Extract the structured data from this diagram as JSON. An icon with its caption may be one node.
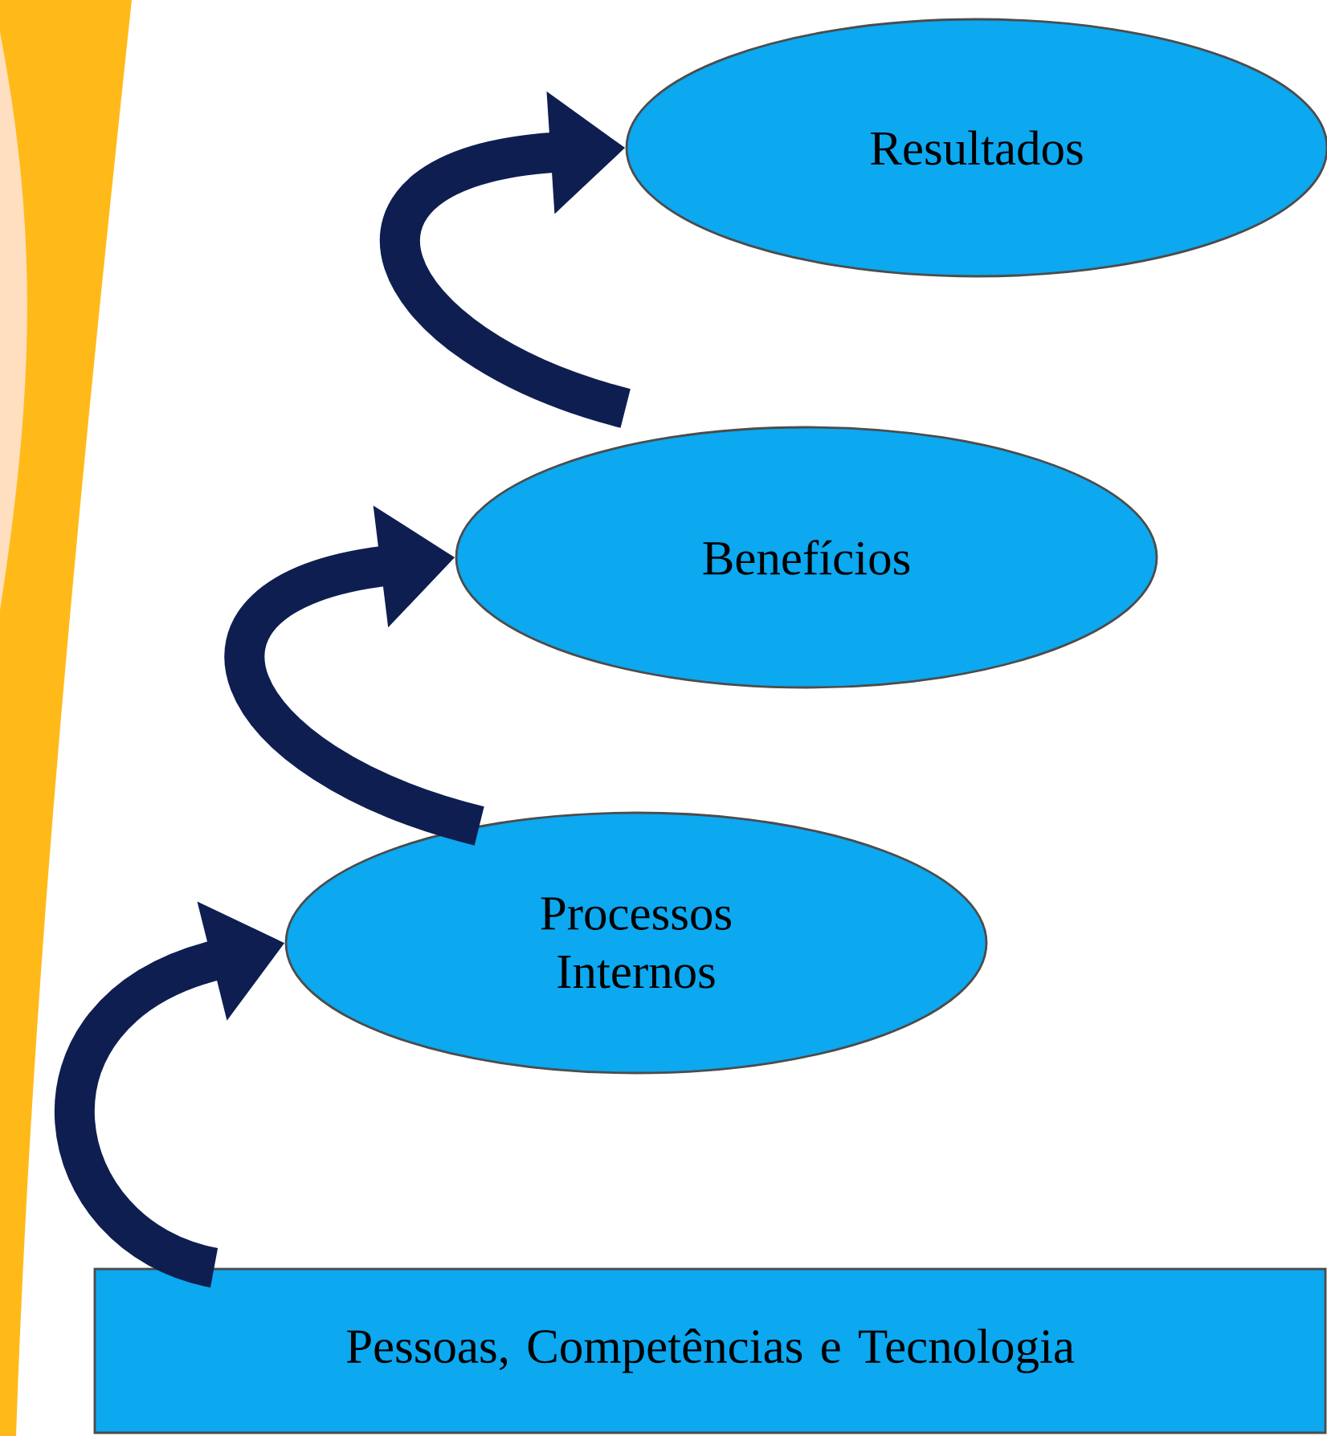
{
  "diagram": {
    "nodes": [
      {
        "text": [
          "Resultados"
        ]
      },
      {
        "text": [
          "Benefícios"
        ]
      },
      {
        "text": [
          "Processos Internos"
        ]
      },
      {
        "text": [
          "Pessoas, Competências e Tecnologia"
        ]
      }
    ],
    "edges": [
      {
        "from": 3,
        "to": 2,
        "arrow": "to"
      },
      {
        "from": 2,
        "to": 1,
        "arrow": "to"
      },
      {
        "from": 1,
        "to": 0,
        "arrow": "to"
      }
    ]
  }
}
